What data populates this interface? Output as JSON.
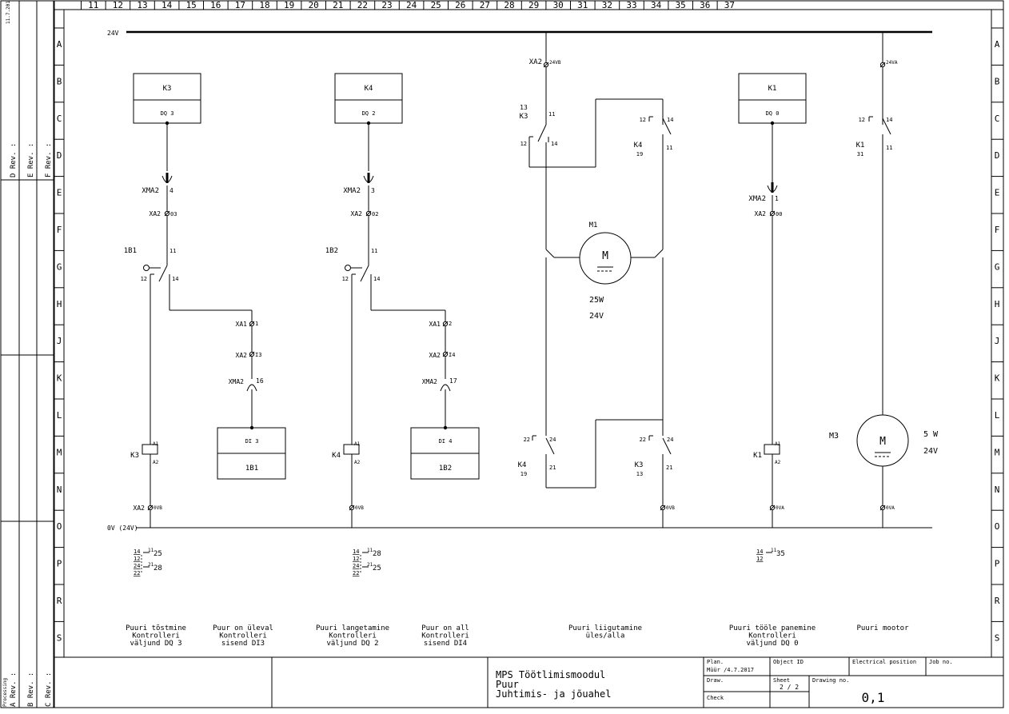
{
  "frame": {
    "columns": [
      "11",
      "12",
      "13",
      "14",
      "15",
      "16",
      "17",
      "18",
      "19",
      "20",
      "21",
      "22",
      "23",
      "24",
      "25",
      "26",
      "27",
      "28",
      "29",
      "30",
      "31",
      "32",
      "33",
      "34",
      "35",
      "36",
      "37"
    ],
    "rows": [
      "A",
      "B",
      "C",
      "D",
      "E",
      "F",
      "G",
      "H",
      "J",
      "K",
      "L",
      "M",
      "N",
      "O",
      "P",
      "R",
      "S"
    ],
    "side_top": "11.7.201",
    "side_rev_top": [
      "D Rev. :",
      "E Rev. :",
      "F Rev. :"
    ],
    "side_rev_bottom": [
      "A Rev. :",
      "B Rev. :",
      "C Rev. :"
    ],
    "side_bottom": "Processing"
  },
  "buses": {
    "top": "24V",
    "bottom": "0V (24V)"
  },
  "circuits": {
    "c1": {
      "relay": "K3",
      "output": "DQ 3",
      "connector": "XMA2",
      "connector_pin": "4",
      "terminal": "XA2",
      "terminal_pin": "03",
      "switch": "1B1",
      "sw_11": "11",
      "sw_12": "12",
      "sw_14": "14",
      "xa1": "XA1",
      "xa1_pin": "1",
      "xa2b": "XA2",
      "xa2b_pin": "I3",
      "xma2b": "XMA2",
      "xma2b_pin": "16",
      "input_top": "DI 3",
      "input_bottom": "1B1",
      "coil": "K3",
      "a1": "A1",
      "a2": "A2",
      "term_bot": "XA2",
      "term_bot_pin": "0VB",
      "xref": [
        {
          "left": "14",
          "right": "11",
          "num": "25"
        },
        {
          "left": "12",
          "right": "",
          "num": ""
        },
        {
          "left": "24",
          "right": "21",
          "num": "28"
        },
        {
          "left": "22",
          "right": "",
          "num": ""
        }
      ]
    },
    "c2": {
      "relay": "K4",
      "output": "DQ 2",
      "connector": "XMA2",
      "connector_pin": "3",
      "terminal": "XA2",
      "terminal_pin": "02",
      "switch": "1B2",
      "sw_11": "11",
      "sw_12": "12",
      "sw_14": "14",
      "xa1": "XA1",
      "xa1_pin": "2",
      "xa2b": "XA2",
      "xa2b_pin": "I4",
      "xma2b": "XMA2",
      "xma2b_pin": "17",
      "input_top": "DI 4",
      "input_bottom": "1B2",
      "coil": "K4",
      "a1": "A1",
      "a2": "A2",
      "term_bot_pin": "0VB",
      "xref": [
        {
          "left": "14",
          "right": "11",
          "num": "28"
        },
        {
          "left": "12",
          "right": "",
          "num": ""
        },
        {
          "left": "24",
          "right": "21",
          "num": "25"
        },
        {
          "left": "22",
          "right": "",
          "num": ""
        }
      ]
    },
    "motor": {
      "terminal": "XA2",
      "terminal_pin": "24VB",
      "k3_num": "13",
      "k3": "K3",
      "k3_11": "11",
      "k3_12": "12",
      "k3_14": "14",
      "k4": "K4",
      "k4_19": "19",
      "k4_12": "12",
      "k4_14": "14",
      "k4_11": "11",
      "m1": "M1",
      "m1_letter": "M",
      "m1_power": "25W",
      "m1_volt": "24V",
      "k4b_22": "22",
      "k4b_24": "24",
      "k4b": "K4",
      "k4b_19": "19",
      "k4b_21": "21",
      "k3b_22": "22",
      "k3b_24": "24",
      "k3b": "K3",
      "k3b_13": "13",
      "k3b_21": "21",
      "term_bot_pin": "0VB"
    },
    "c4": {
      "relay": "K1",
      "output": "DQ 0",
      "connector": "XMA2",
      "connector_pin": "1",
      "terminal": "XA2",
      "terminal_pin": "00",
      "coil": "K1",
      "a1": "A1",
      "a2": "A2",
      "term_bot_pin": "0VA",
      "xref": [
        {
          "left": "14",
          "right": "11",
          "num": "35"
        },
        {
          "left": "12",
          "right": "",
          "num": ""
        }
      ]
    },
    "c5": {
      "terminal_pin": "24VA",
      "k1_12": "12",
      "k1_14": "14",
      "k1": "K1",
      "k1_31": "31",
      "k1_11": "11",
      "m3": "M3",
      "m3_letter": "M",
      "m3_power": "5 W",
      "m3_volt": "24V",
      "term_bot_pin": "0VA"
    }
  },
  "descriptions": [
    [
      "Puuri tõstmine",
      "Kontrolleri",
      "väljund DQ 3"
    ],
    [
      "Puur on üleval",
      "Kontrolleri",
      "sisend DI3"
    ],
    [
      "Puuri langetamine",
      "Kontrolleri",
      "väljund DQ 2"
    ],
    [
      "Puur on all",
      "Kontrolleri",
      "sisend DI4"
    ],
    [
      "Puuri liigutamine",
      "üles/alla"
    ],
    [
      "Puuri tööle panemine",
      "Kontrolleri",
      "väljund DQ 0"
    ],
    [
      "Puuri mootor"
    ]
  ],
  "title_block": {
    "title": [
      "MPS Töötlimismoodul",
      "Puur",
      "Juhtimis- ja jõuahel"
    ],
    "plan_label": "Plan.",
    "plan_value": "Müür /4.7.2017",
    "draw_label": "Draw.",
    "check_label": "Check",
    "object_id_label": "Object ID",
    "electrical_position_label": "Electrical position",
    "job_no_label": "Job no.",
    "sheet_label": "Sheet",
    "sheet_value": "2 / 2",
    "drawing_no_label": "Drawing no.",
    "drawing_no_value": "0,1"
  }
}
